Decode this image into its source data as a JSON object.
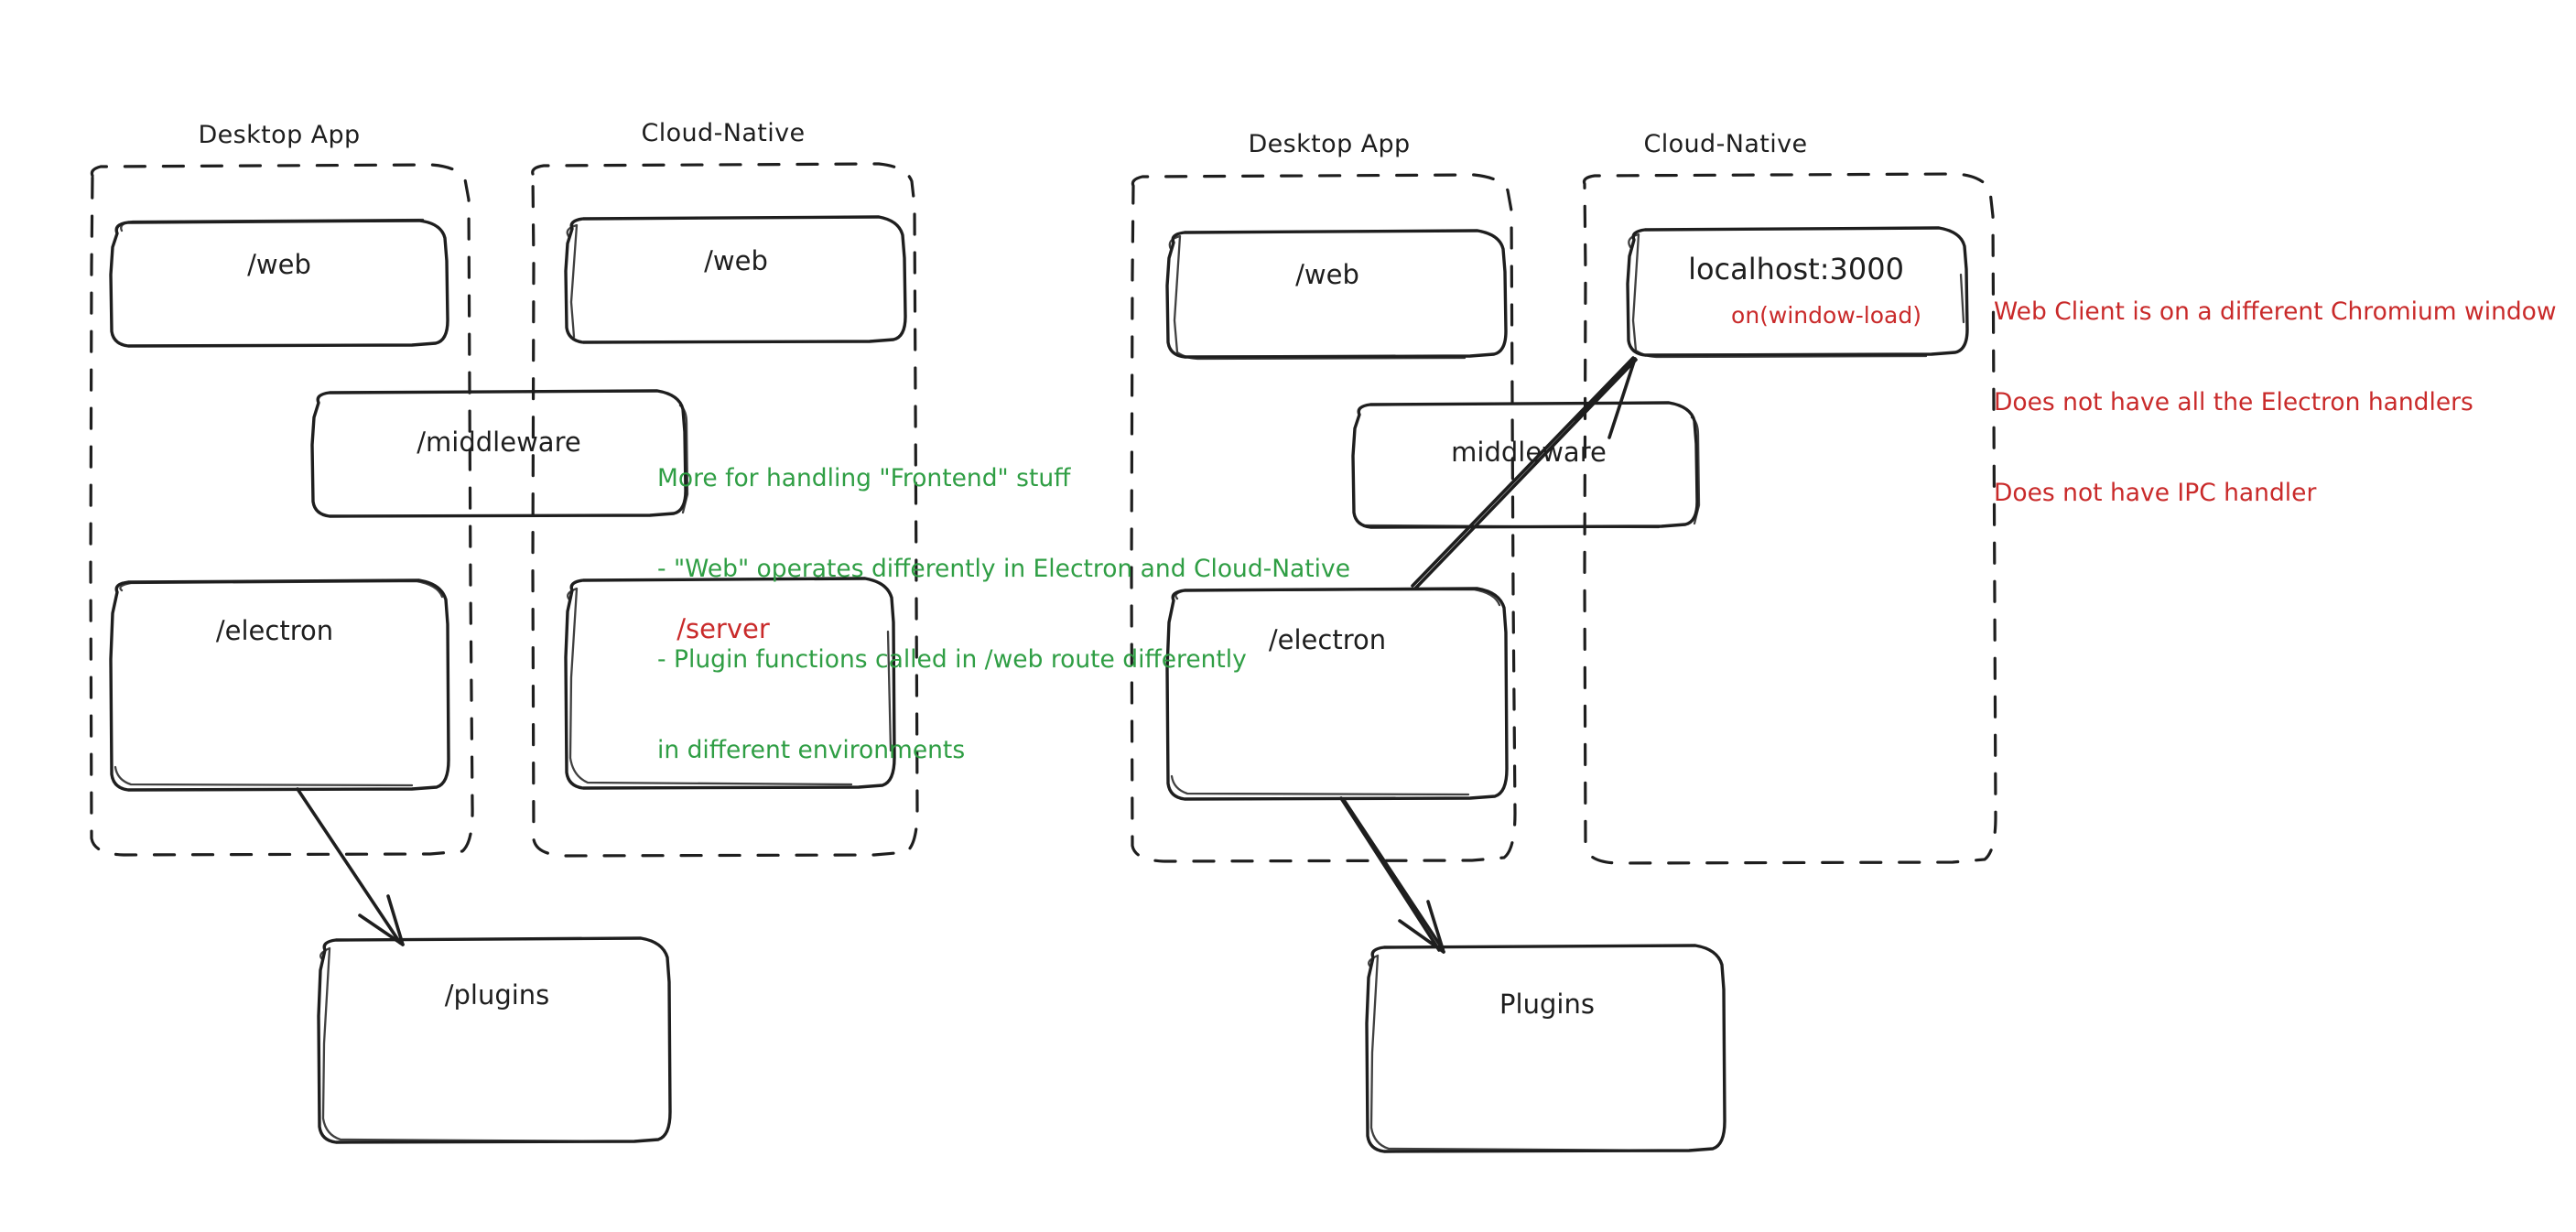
{
  "diagram": {
    "title_hidden": "Electron vs Cloud-Native architecture comparison",
    "colors": {
      "stroke": "#1e1e1e",
      "green": "#2f9e44",
      "red": "#c92a2a",
      "background": "#ffffff"
    }
  },
  "left_diagram": {
    "groups": [
      {
        "label": "Desktop App",
        "name": "desktop-app"
      },
      {
        "label": "Cloud-Native",
        "name": "cloud-native"
      }
    ],
    "nodes": [
      {
        "label": "/web",
        "name": "web-desktop",
        "color": "#1e1e1e"
      },
      {
        "label": "/web",
        "name": "web-cloud",
        "color": "#1e1e1e"
      },
      {
        "label": "/middleware",
        "name": "middleware",
        "color": "#1e1e1e"
      },
      {
        "label": "/electron",
        "name": "electron",
        "color": "#1e1e1e"
      },
      {
        "label": "/server",
        "name": "server",
        "color": "#c92a2a"
      },
      {
        "label": "/plugins",
        "name": "plugins",
        "color": "#1e1e1e"
      }
    ],
    "annotation": {
      "color": "#2f9e44",
      "lines": [
        "More for handling \"Frontend\" stuff",
        "- \"Web\" operates differently in Electron and Cloud-Native",
        "- Plugin functions called in /web route differently",
        "in different environments"
      ]
    }
  },
  "right_diagram": {
    "groups": [
      {
        "label": "Desktop App",
        "name": "desktop-app"
      },
      {
        "label": "Cloud-Native",
        "name": "cloud-native"
      }
    ],
    "nodes": [
      {
        "label": "/web",
        "name": "web-desktop",
        "color": "#1e1e1e"
      },
      {
        "label": "localhost:3000",
        "name": "localhost-3000",
        "color": "#1e1e1e",
        "sublabel": "on(window-load)",
        "sublabel_color": "#c92a2a"
      },
      {
        "label": "middleware",
        "name": "middleware",
        "color": "#1e1e1e"
      },
      {
        "label": "/electron",
        "name": "electron",
        "color": "#1e1e1e"
      },
      {
        "label": "Plugins",
        "name": "plugins",
        "color": "#1e1e1e"
      }
    ],
    "annotation": {
      "color": "#c92a2a",
      "lines": [
        "Web Client is on a different Chromium window",
        "Does not have all the Electron handlers",
        "Does not have IPC handler"
      ]
    }
  }
}
